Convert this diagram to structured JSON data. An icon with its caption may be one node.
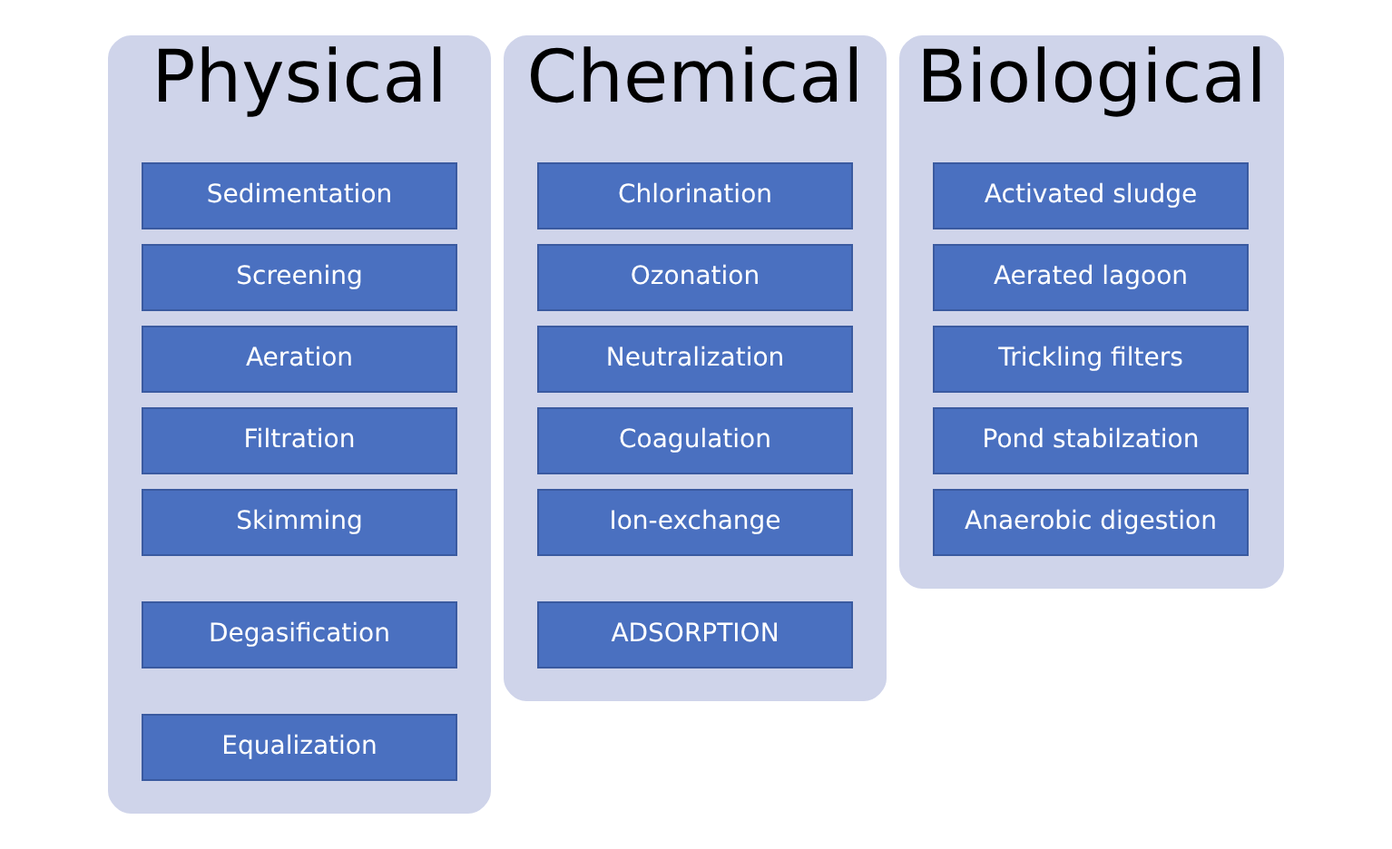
{
  "diagram": {
    "nodes": [
      {
        "text": [
          "Physical"
        ]
      },
      {
        "text": [
          "Sedimentation"
        ],
        "in": 0
      },
      {
        "text": [
          "Screening"
        ],
        "in": 0
      },
      {
        "text": [
          "Aeration"
        ],
        "in": 0
      },
      {
        "text": [
          "Filtration"
        ],
        "in": 0
      },
      {
        "text": [
          "Skimming"
        ],
        "in": 0
      },
      {
        "text": [
          "Degasification"
        ],
        "in": 0
      },
      {
        "text": [
          "Equalization"
        ],
        "in": 0
      },
      {
        "text": [
          "Chemical"
        ]
      },
      {
        "text": [
          "Chlorination"
        ],
        "in": 8
      },
      {
        "text": [
          "Ozonation"
        ],
        "in": 8
      },
      {
        "text": [
          "Neutralization"
        ],
        "in": 8
      },
      {
        "text": [
          "Coagulation"
        ],
        "in": 8
      },
      {
        "text": [
          "Ion-exchange"
        ],
        "in": 8
      },
      {
        "text": [
          "ADSORPTION"
        ],
        "in": 8
      },
      {
        "text": [
          "Biological"
        ]
      },
      {
        "text": [
          "Activated sludge"
        ],
        "in": 15
      },
      {
        "text": [
          "Aerated lagoon"
        ],
        "in": 15
      },
      {
        "text": [
          "Trickling filters"
        ],
        "in": 15
      },
      {
        "text": [
          "Pond stabilzation"
        ],
        "in": 15
      },
      {
        "text": [
          "Anaerobic digestion"
        ],
        "in": 15
      }
    ],
    "edges": []
  }
}
